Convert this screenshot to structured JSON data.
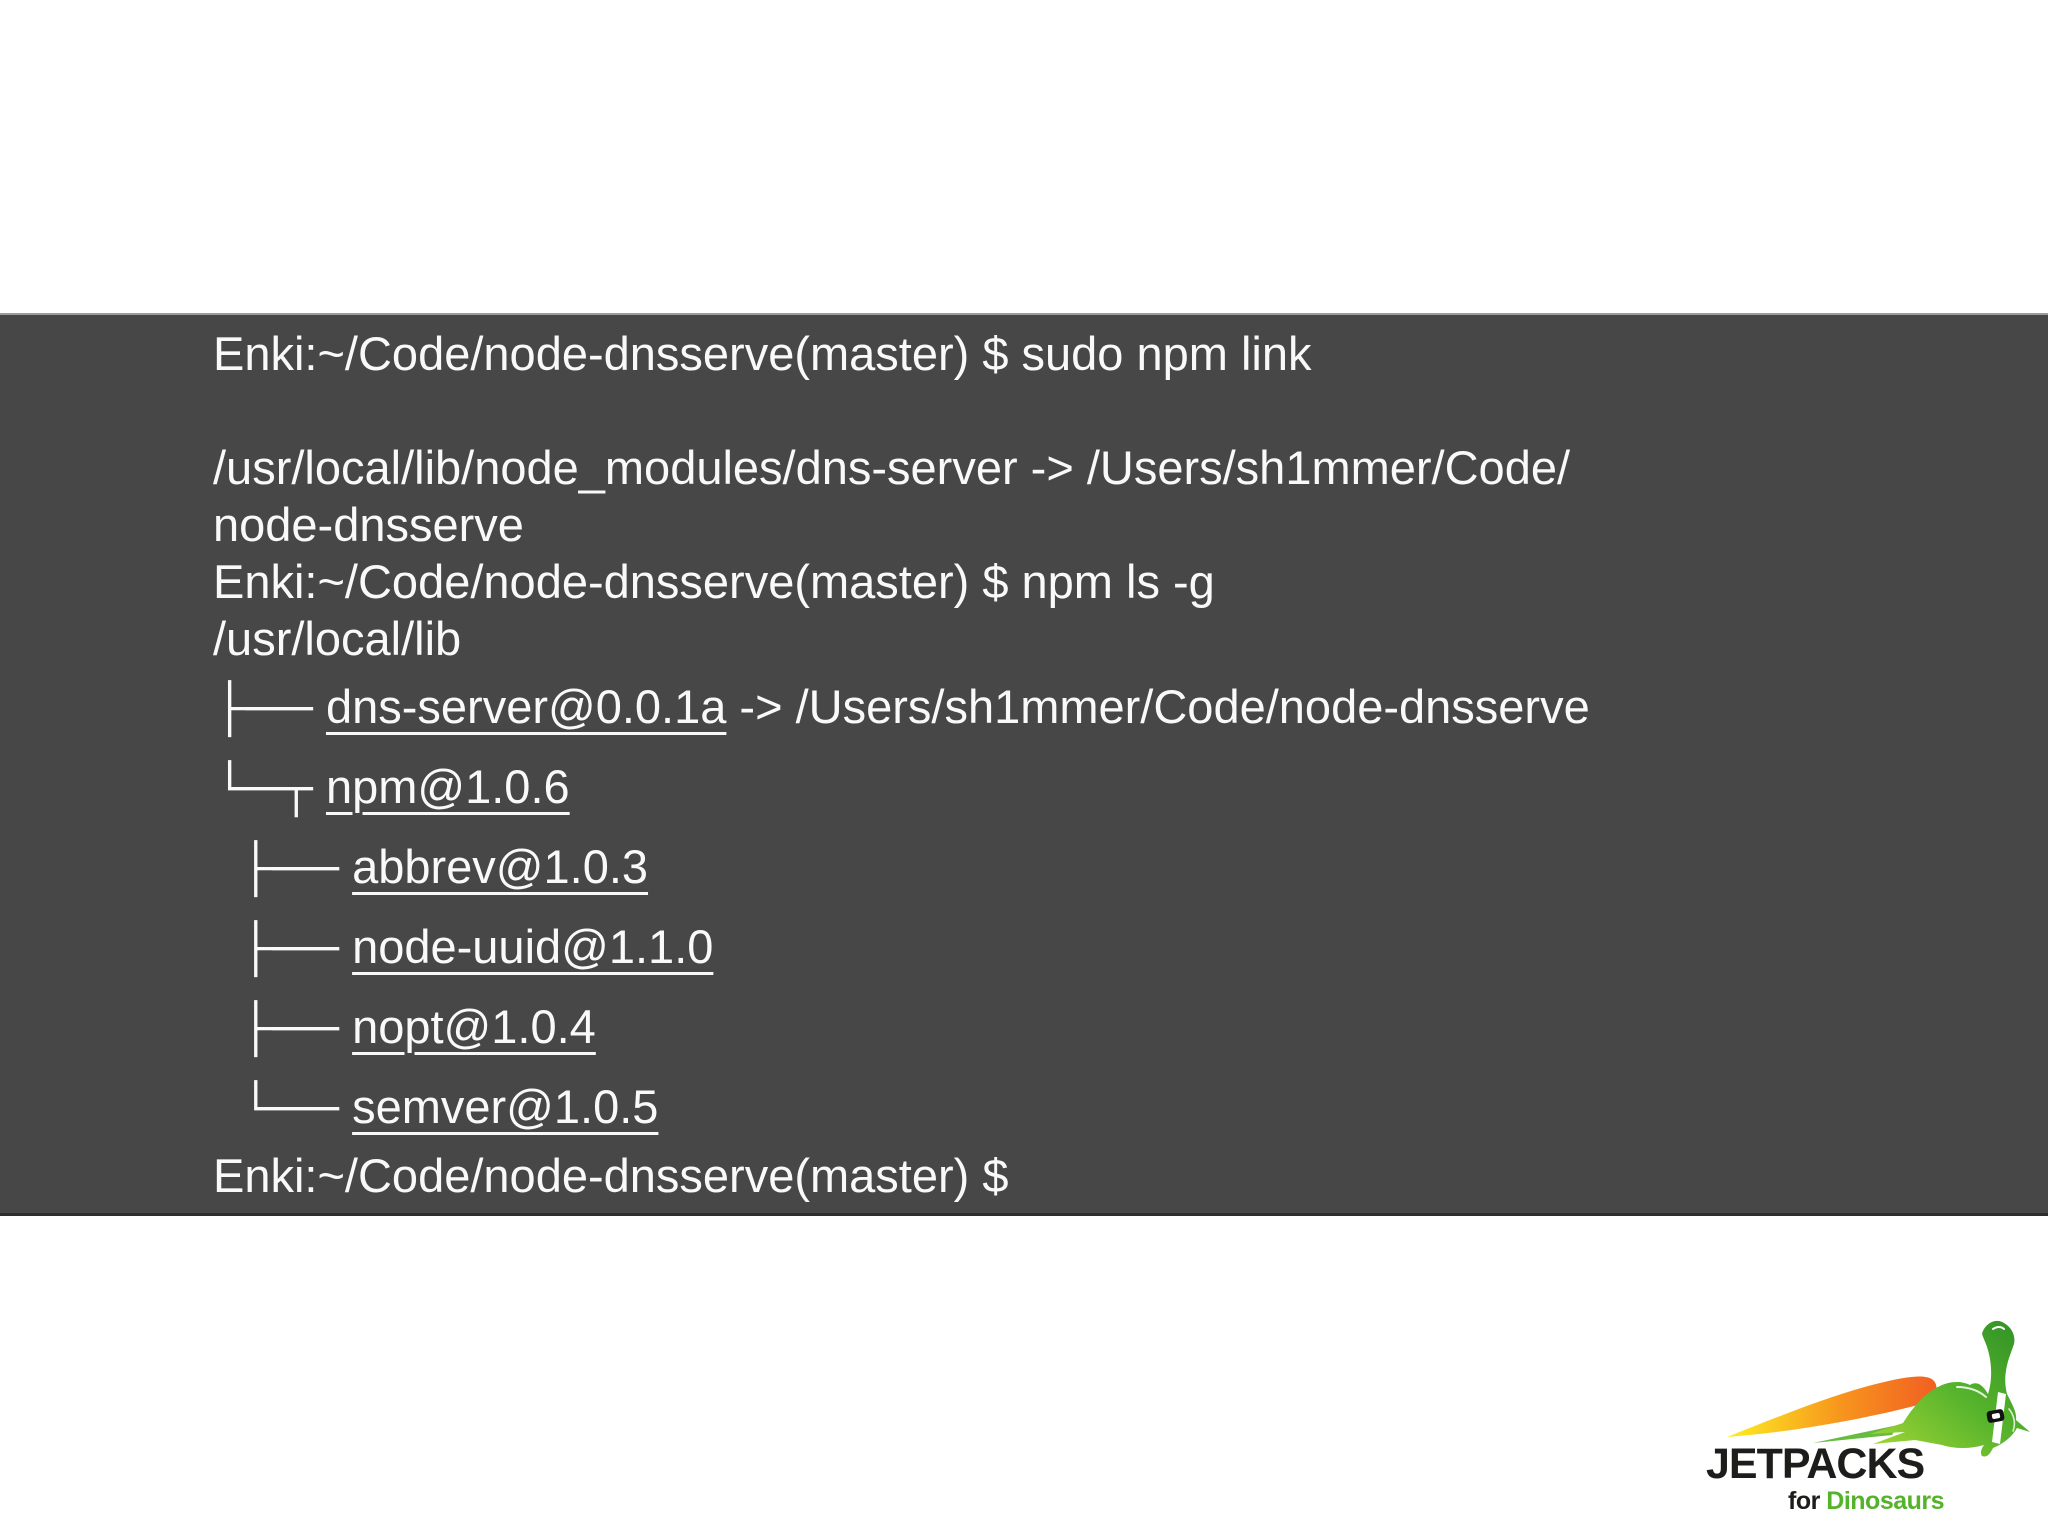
{
  "slide": {
    "background": "#ffffff"
  },
  "terminal": {
    "background": "#474747",
    "text_color": "#f9f9f9",
    "lines": [
      {
        "text": "Enki:~/Code/node-dnsserve(master) $ sudo npm link"
      },
      {
        "text": ""
      },
      {
        "text": "/usr/local/lib/node_modules/dns-server -> /Users/sh1mmer/Code/"
      },
      {
        "text": "node-dnsserve"
      },
      {
        "text": "Enki:~/Code/node-dnsserve(master) $ npm ls -g"
      },
      {
        "text": "/usr/local/lib"
      },
      {
        "prefix": "├── ",
        "link": "dns-server@0.0.1a",
        "suffix": " -> /Users/sh1mmer/Code/node-dnsserve"
      },
      {
        "prefix": "└─┬ ",
        "link": "npm@1.0.6",
        "suffix": ""
      },
      {
        "prefix": "  ├── ",
        "link": "abbrev@1.0.3",
        "suffix": ""
      },
      {
        "prefix": "  ├── ",
        "link": "node-uuid@1.1.0",
        "suffix": ""
      },
      {
        "prefix": "  ├── ",
        "link": "nopt@1.0.4",
        "suffix": ""
      },
      {
        "prefix": "  └── ",
        "link": "semver@1.0.5",
        "suffix": ""
      },
      {
        "text": "Enki:~/Code/node-dnsserve(master) $"
      }
    ]
  },
  "logo": {
    "title": "JETPACKS",
    "subtitle_prefix": "for ",
    "subtitle_word": "Dinosaurs",
    "colors": {
      "title": "#1d1d1b",
      "dinosaurs_text": "#55b22b",
      "flame_yellow": "#fcee21",
      "flame_orange": "#f15f22",
      "dino_light_green": "#a8d837",
      "dino_mid_green": "#57b42c",
      "dino_dark_green": "#2f8f25"
    }
  }
}
